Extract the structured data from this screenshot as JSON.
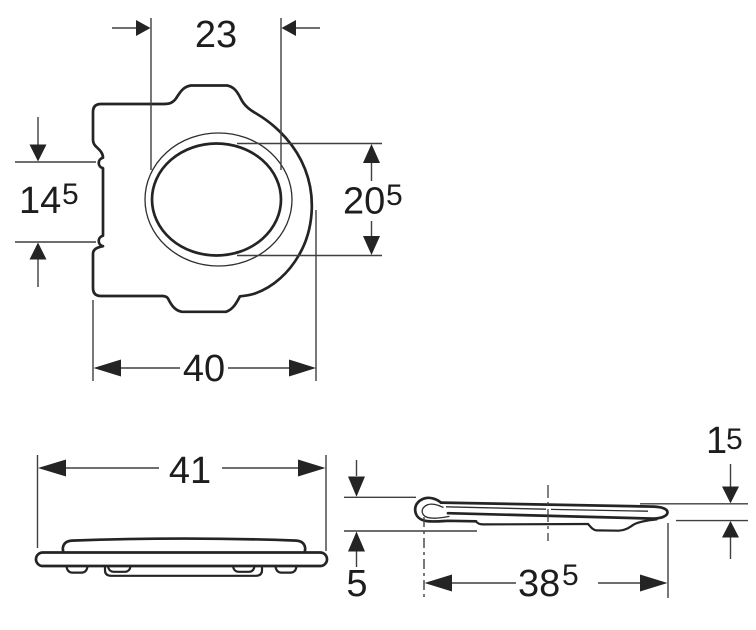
{
  "colors": {
    "background": "#ffffff",
    "outline": "#242424",
    "dimension_line": "#3f3f3f",
    "text": "#1d1d1d"
  },
  "dimensions": {
    "top_view": {
      "opening_width": {
        "value": "23"
      },
      "hinge_span": {
        "value": "14",
        "sup": "5"
      },
      "opening_depth": {
        "value": "20",
        "sup": "5"
      },
      "overall_width": {
        "value": "40"
      }
    },
    "front_view": {
      "overall_width": {
        "value": "41"
      }
    },
    "side_view": {
      "overall_height": {
        "value": "5"
      },
      "rear_edge_thickness": {
        "value": "1",
        "sup": "5"
      },
      "depth": {
        "value": "38",
        "sup": "5"
      }
    }
  }
}
